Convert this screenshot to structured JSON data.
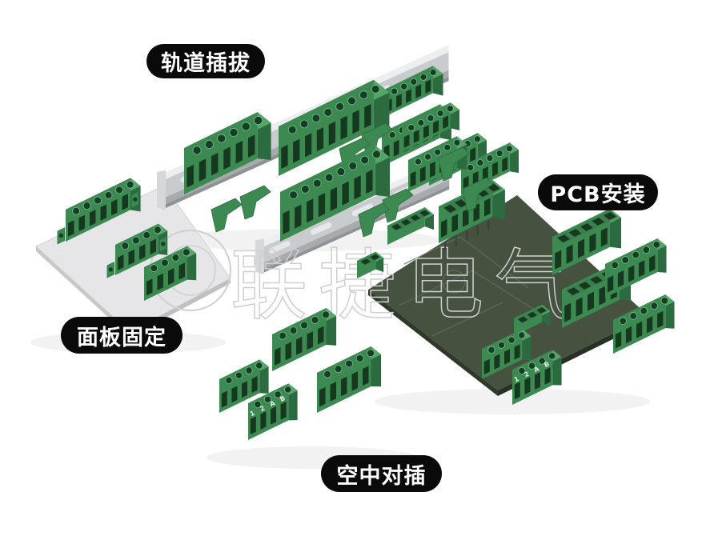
{
  "page": {
    "type": "product-showcase",
    "background": "#ffffff"
  },
  "labels": {
    "rail_mount": "轨道插拔",
    "pcb_mount": "PCB安装",
    "panel_mount": "面板固定",
    "air_mating": "空中对插"
  },
  "watermark": {
    "text": "联捷电气",
    "logo": "brand-ring-logo",
    "color": "#cfcfcf"
  },
  "product_marks": {
    "pole_labels": [
      "1",
      "2",
      "A",
      "B"
    ]
  },
  "colors": {
    "connector_top": "#55a469",
    "connector_top_inner": "#3c7d4d",
    "connector_front": "#3c8a52",
    "connector_side": "#2c6a3f",
    "connector_hole": "#153f24",
    "connector_hole_rim": "#7abd8d",
    "connector_slot": "#16381f",
    "mark_text": "#e8f2ea",
    "din_rail_web": "#c9cccf",
    "din_rail_top": "#eceeef",
    "din_rail_shadow": "#a7abae",
    "pcb_board": "#46513f",
    "pcb_edge": "#2f382b",
    "pcb_trace": "#60705c",
    "panel": "#e6e6e8",
    "panel_edge": "#c8c8cb",
    "label_bg": "#0a0a0a",
    "label_text": "#ffffff"
  }
}
